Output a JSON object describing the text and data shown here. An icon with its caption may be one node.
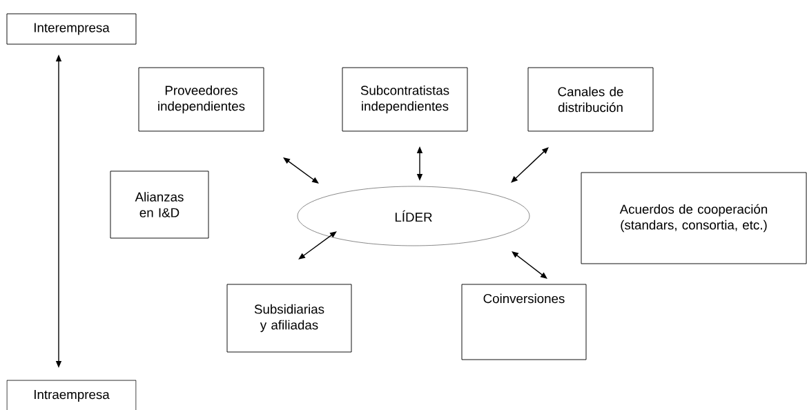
{
  "diagram": {
    "nodes": [
      {
        "text": [
          "Interempresa"
        ]
      },
      {
        "text": [
          "Intraempresa"
        ]
      },
      {
        "text": [
          "Proveedores independientes"
        ]
      },
      {
        "text": [
          "Subcontratistas independientes"
        ]
      },
      {
        "text": [
          "Canales de distribución"
        ]
      },
      {
        "text": [
          "Alianzas en I&D"
        ]
      },
      {
        "text": [
          "LÍDER"
        ]
      },
      {
        "text": [
          "Acuerdos de cooperación (standars, consortia, etc.)"
        ]
      },
      {
        "text": [
          "Subsidiarias y afiliadas"
        ]
      },
      {
        "text": [
          "Coinversiones"
        ]
      }
    ],
    "edges": [
      {
        "from": 0,
        "to": 1,
        "arrow": "both"
      },
      {
        "from": 2,
        "to": 6,
        "arrow": "both"
      },
      {
        "from": 3,
        "to": 6,
        "arrow": "both"
      },
      {
        "from": 4,
        "to": 6,
        "arrow": "both"
      },
      {
        "from": 8,
        "to": 6,
        "arrow": "both"
      },
      {
        "from": 9,
        "to": 6,
        "arrow": "both"
      }
    ]
  }
}
